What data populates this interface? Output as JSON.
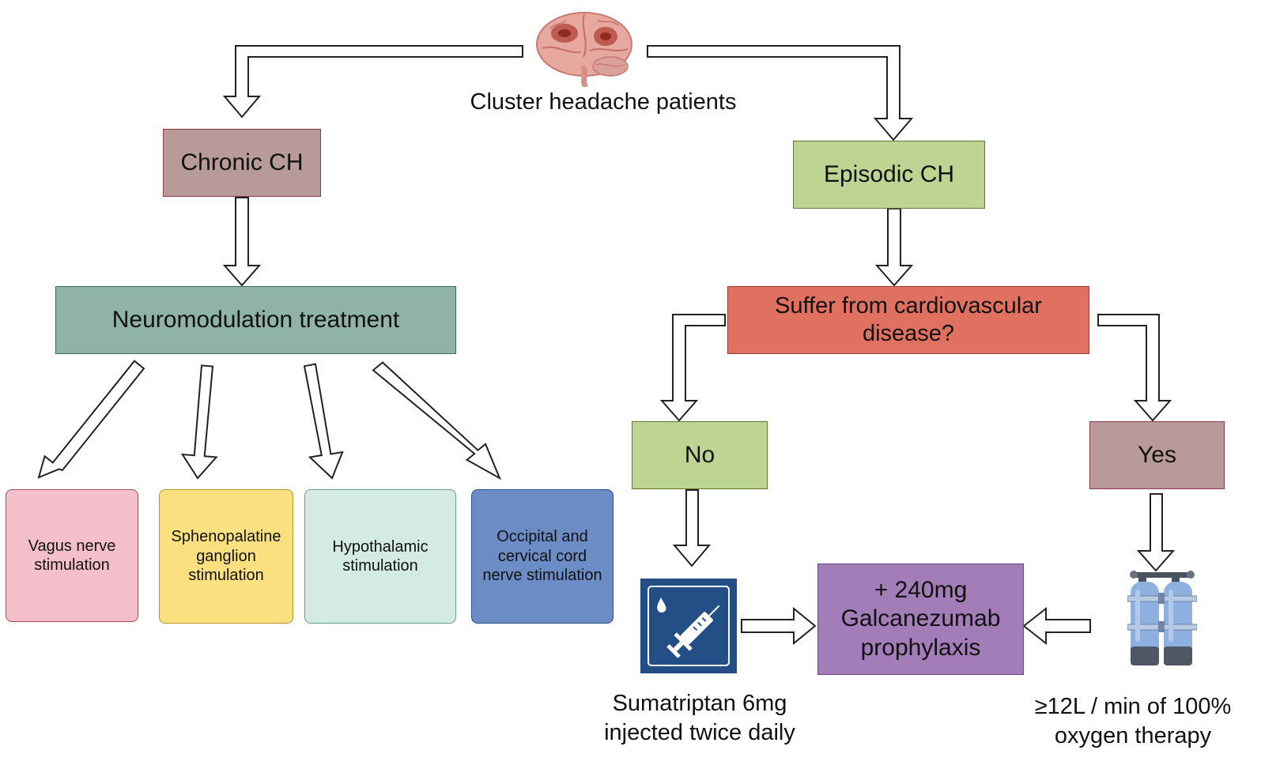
{
  "title": "Cluster headache patients",
  "chronic": "Chronic CH",
  "episodic": "Episodic CH",
  "neuromodulation": "Neuromodulation treatment",
  "question_line1": "Suffer from cardiovascular",
  "question_line2": "disease?",
  "no": "No",
  "yes": "Yes",
  "stimulations": [
    {
      "line1": "Vagus nerve",
      "line2": "stimulation",
      "line3": ""
    },
    {
      "line1": "Sphenopalatine",
      "line2": "ganglion",
      "line3": "stimulation"
    },
    {
      "line1": "Hypothalamic",
      "line2": "stimulation",
      "line3": ""
    },
    {
      "line1": "Occipital and",
      "line2": "cervical cord",
      "line3": "nerve stimulation"
    }
  ],
  "galcanezumab": {
    "line1": "+ 240mg",
    "line2": "Galcanezumab",
    "line3": "prophylaxis"
  },
  "sumatriptan": {
    "line1": "Sumatriptan 6mg",
    "line2": "injected twice daily"
  },
  "oxygen": {
    "line1": "≥12L / min of 100%",
    "line2": "oxygen therapy"
  },
  "icons": [
    "brain-icon",
    "syringe-icon",
    "oxygen-tank-icon"
  ],
  "colors": {
    "chronic": "#b89a98",
    "episodic": "#bdd493",
    "neuromodulation": "#8fb3a4",
    "question": "#e07060",
    "no": "#bdd493",
    "yes": "#b89a98",
    "vagus": "#f4bfca",
    "sphenopalatine": "#fbe07f",
    "hypothalamic": "#d3ebe1",
    "occipital": "#6b8cc4",
    "galcanezumab": "#a27db8",
    "syringe_bg": "#244f86",
    "tank": "#8eb0de"
  }
}
